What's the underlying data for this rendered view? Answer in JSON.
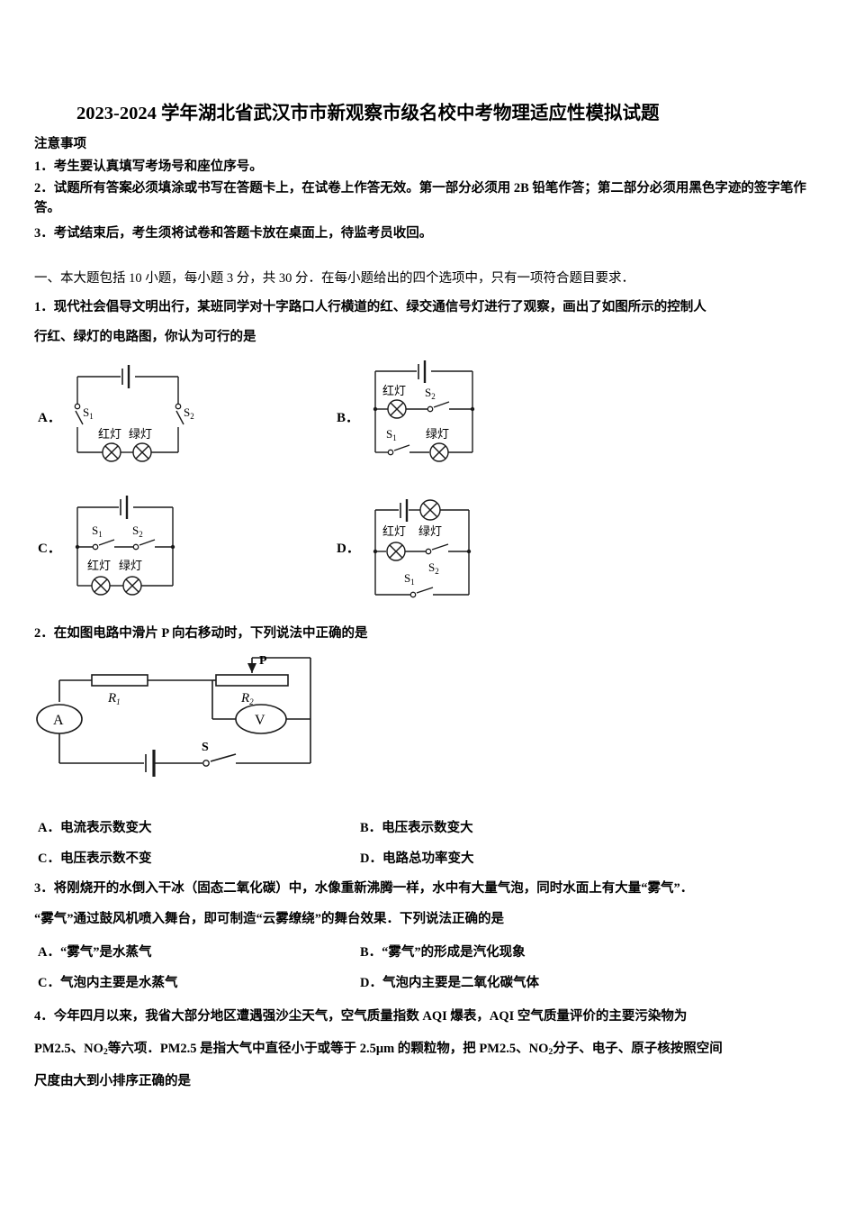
{
  "document": {
    "title": "2023-2024 学年湖北省武汉市市新观察市级名校中考物理适应性模拟试题",
    "notice_heading": "注意事项",
    "notice_items": [
      "1．考生要认真填写考场号和座位序号。",
      "2．试题所有答案必须填涂或书写在答题卡上，在试卷上作答无效。第一部分必须用 2B 铅笔作答；第二部分必须用黑色字迹的签字笔作答。",
      "3．考试结束后，考生须将试卷和答题卡放在桌面上，待监考员收回。"
    ],
    "section_header": "一、本大题包括 10 小题，每小题 3 分，共 30 分．在每小题给出的四个选项中，只有一项符合题目要求．"
  },
  "questions": [
    {
      "number": "1.",
      "stem_line1": "1．现代社会倡导文明出行，某班同学对十字路口人行横道的红、绿交通信号灯进行了观察，画出了如图所示的控制人",
      "stem_line2": "行红、绿灯的电路图，你认为可行的是",
      "choices": [
        "A．",
        "B．",
        "C．",
        "D．"
      ],
      "figure_labels": {
        "red_lamp": "红灯",
        "green_lamp": "绿灯",
        "switch1": "S",
        "switch1_sub": "1",
        "switch2": "S",
        "switch2_sub": "2"
      }
    },
    {
      "number": "2.",
      "stem": "2．在如图电路中滑片 P 向右移动时，下列说法中正确的是",
      "figure_labels": {
        "resistor1": "R",
        "resistor1_sub": "1",
        "resistor2": "R",
        "resistor2_sub": "2",
        "slider": "P",
        "ammeter": "A",
        "voltmeter": "V",
        "switch": "S"
      },
      "options": [
        {
          "key": "A．",
          "text": "电流表示数变大"
        },
        {
          "key": "B．",
          "text": "电压表示数变大"
        },
        {
          "key": "C．",
          "text": "电压表示数不变"
        },
        {
          "key": "D．",
          "text": "电路总功率变大"
        }
      ]
    },
    {
      "number": "3.",
      "stem_line1": "3．将刚烧开的水倒入干冰（固态二氧化碳）中，水像重新沸腾一样，水中有大量气泡，同时水面上有大量“雾气”．",
      "stem_line2": "“雾气”通过鼓风机喷入舞台，即可制造“云雾缭绕”的舞台效果．下列说法正确的是",
      "options": [
        {
          "key": "A．",
          "text": "“雾气”是水蒸气"
        },
        {
          "key": "B．",
          "text": "“雾气”的形成是汽化现象"
        },
        {
          "key": "C．",
          "text": "气泡内主要是水蒸气"
        },
        {
          "key": "D．",
          "text": "气泡内主要是二氧化碳气体"
        }
      ]
    },
    {
      "number": "4.",
      "stem_line1": "4．今年四月以来，我省大部分地区遭遇强沙尘天气，空气质量指数 AQI 爆表，AQI 空气质量评价的主要污染物为",
      "stem_line2_a": "PM2.5、NO",
      "stem_line2_sub1": "2",
      "stem_line2_b": "等六项．PM2.5 是指大气中直径小于或等于 2.5μm 的颗粒物，把 PM2.5、NO",
      "stem_line2_sub2": "2",
      "stem_line2_c": "分子、电子、原子核按照空间",
      "stem_line3": "尺度由大到小排序正确的是"
    }
  ],
  "colors": {
    "text": "#000000",
    "background": "#ffffff",
    "line": "#1a1a1a"
  }
}
